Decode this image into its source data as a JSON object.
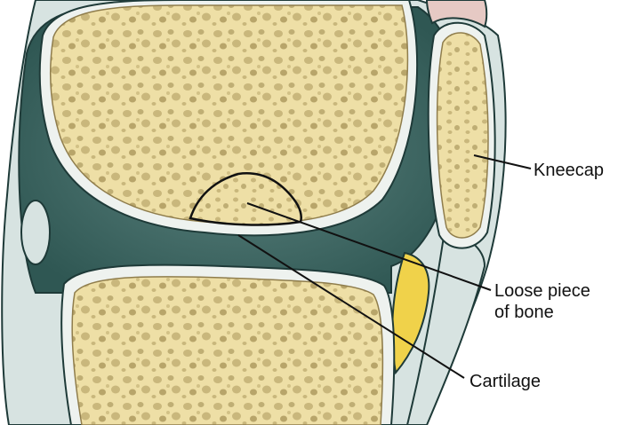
{
  "labels": {
    "kneecap": "Kneecap",
    "loose_piece_line1": "Loose piece",
    "loose_piece_line2": "of bone",
    "cartilage": "Cartilage"
  },
  "colors": {
    "bone": "#eedfa6",
    "bone_pore": "#c9b77c",
    "bone_pore_dark": "#b8a56a",
    "cartilage_rim": "#eef2ef",
    "joint_fluid": "#3f6a66",
    "joint_fluid_light": "#9fb9b5",
    "tissue_outline": "#1e3a38",
    "fat_pad": "#f0d24a",
    "soft_tissue": "#d7e3e1",
    "leader_line": "#111111"
  }
}
